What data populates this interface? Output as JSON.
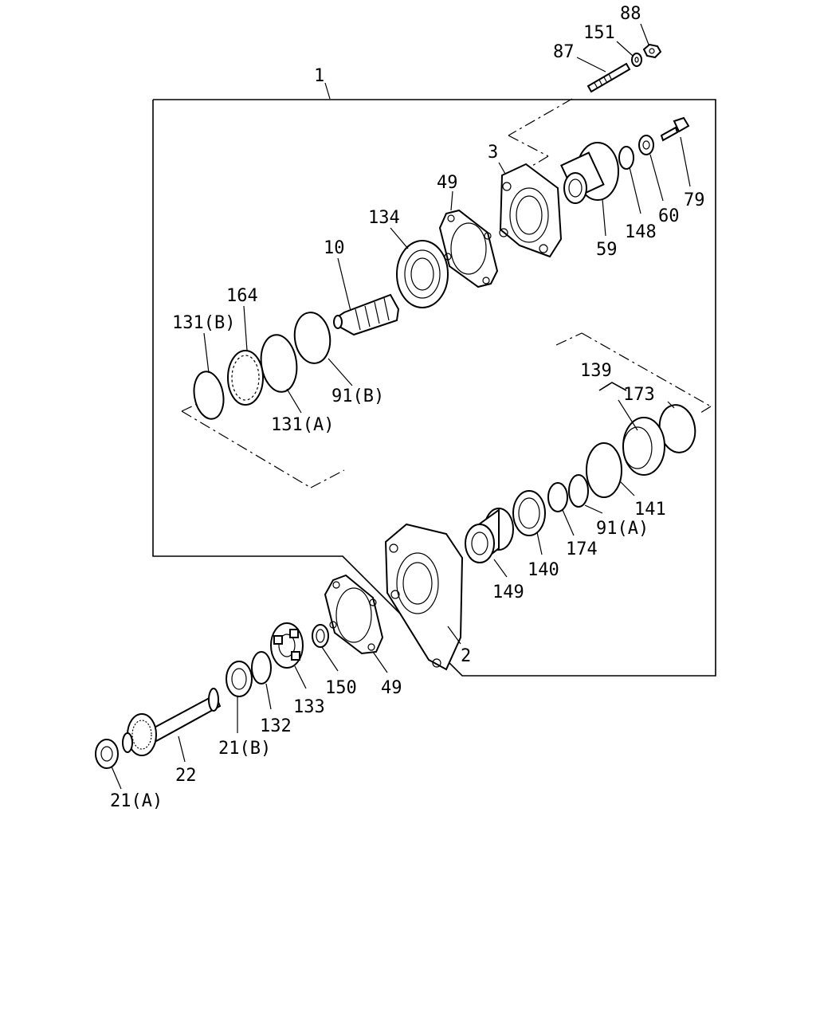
{
  "callouts": {
    "c88": "88",
    "c151": "151",
    "c87": "87",
    "c1": "1",
    "c3": "3",
    "c49_top": "49",
    "c134": "134",
    "c10": "10",
    "c164": "164",
    "c131b": "131(B)",
    "c91b": "91(B)",
    "c131a": "131(A)",
    "c59": "59",
    "c148": "148",
    "c60": "60",
    "c79": "79",
    "c139": "139",
    "c173": "173",
    "c141": "141",
    "c91a": "91(A)",
    "c174": "174",
    "c140": "140",
    "c149": "149",
    "c2": "2",
    "c49_bottom": "49",
    "c150": "150",
    "c133": "133",
    "c132": "132",
    "c21b": "21(B)",
    "c22": "22",
    "c21a": "21(A)"
  }
}
